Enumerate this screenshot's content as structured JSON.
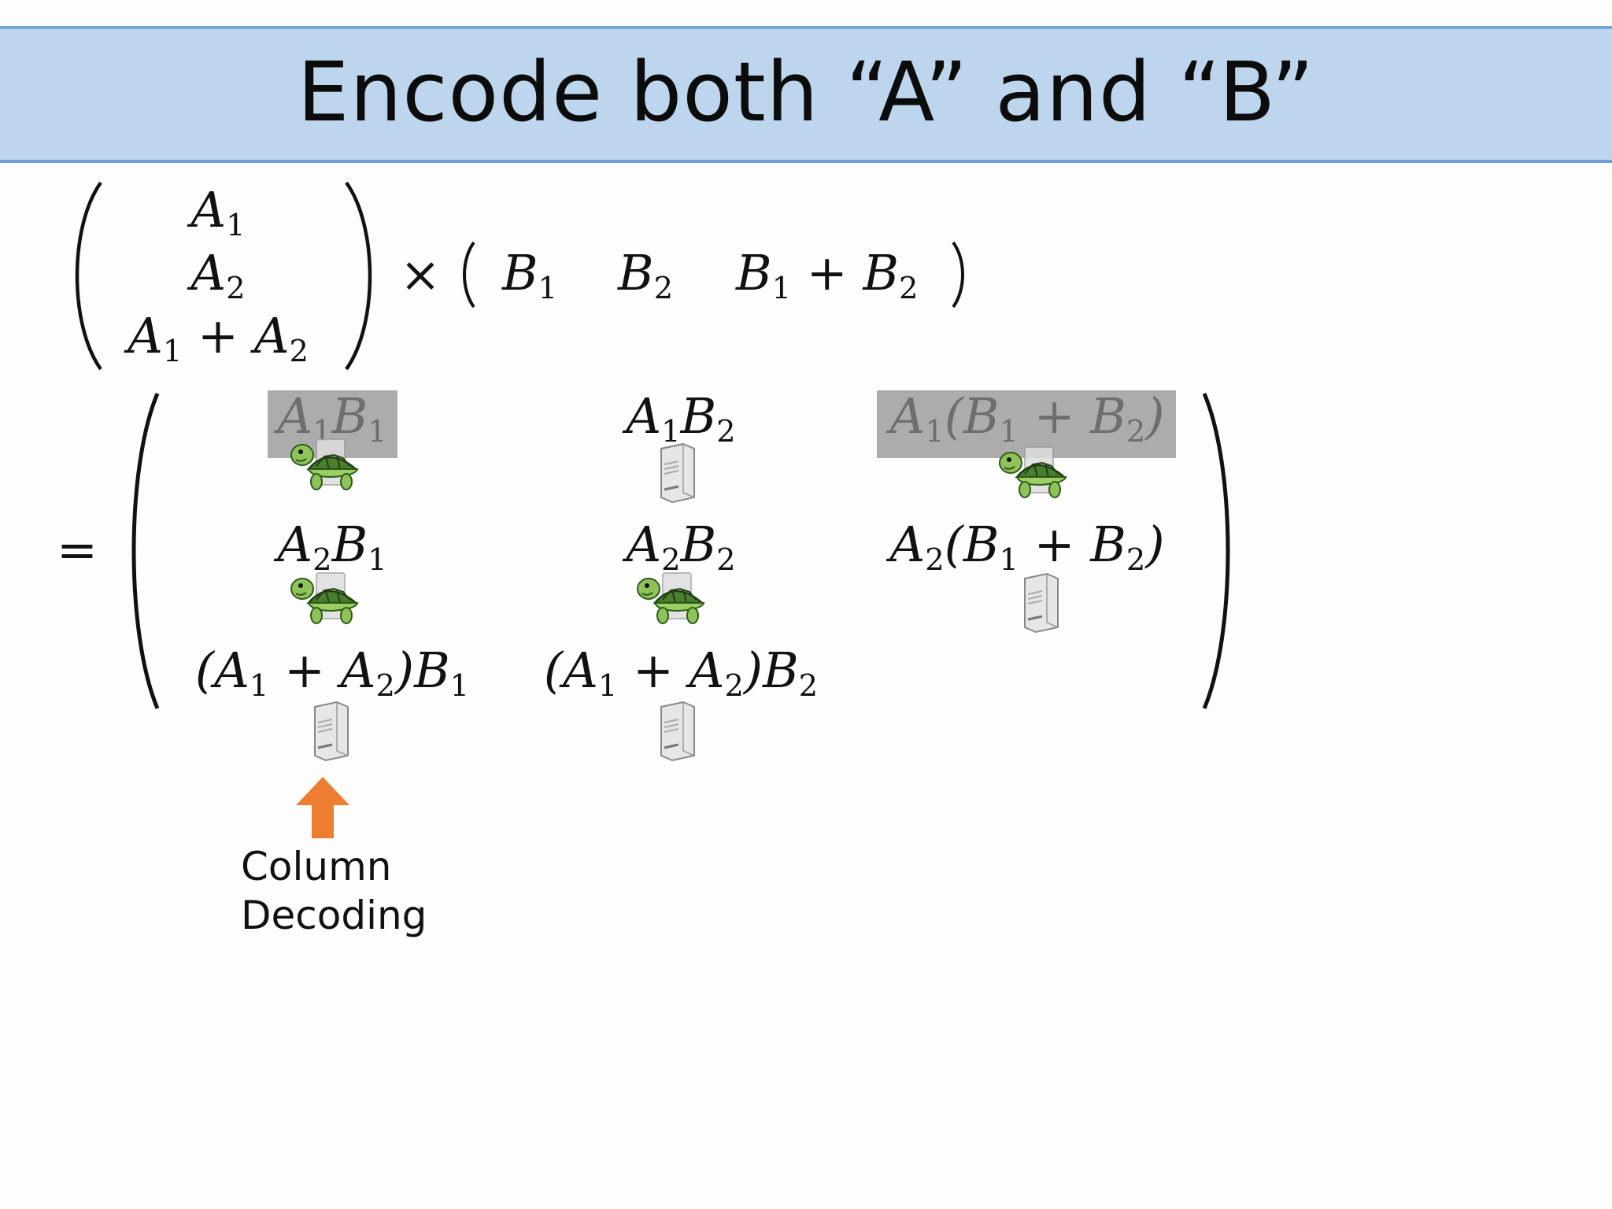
{
  "title": "Encode both “A” and “B”",
  "encoding": {
    "a_vector": [
      "A1",
      "A2",
      "A1 + A2"
    ],
    "times_symbol": "×",
    "b_vector": [
      "B1",
      "B2",
      "B1 + B2"
    ]
  },
  "result": {
    "equals_symbol": "=",
    "cells": [
      [
        "A1B1",
        "A1B2",
        "A1(B1 + B2)"
      ],
      [
        "A2B1",
        "A2B2",
        "A2(B1 + B2)"
      ],
      [
        "(A1 + A2)B1",
        "(A1 + A2)B2",
        ""
      ]
    ],
    "workers": [
      [
        "slow",
        "fast",
        "slow"
      ],
      [
        "slow",
        "slow",
        "fast"
      ],
      [
        "fast",
        "fast",
        "none"
      ]
    ],
    "highlighted": [
      "A1B1",
      "A1(B1 + B2)"
    ]
  },
  "annotation": {
    "arrow_color": "#ed7d31",
    "label_line1": "Column",
    "label_line2": "Decoding"
  },
  "colors": {
    "title_band": "#bdd6ee",
    "title_border": "#6f9fd4",
    "highlight": "#a8a8a8",
    "turtle_shell": "#3f7a2e"
  }
}
